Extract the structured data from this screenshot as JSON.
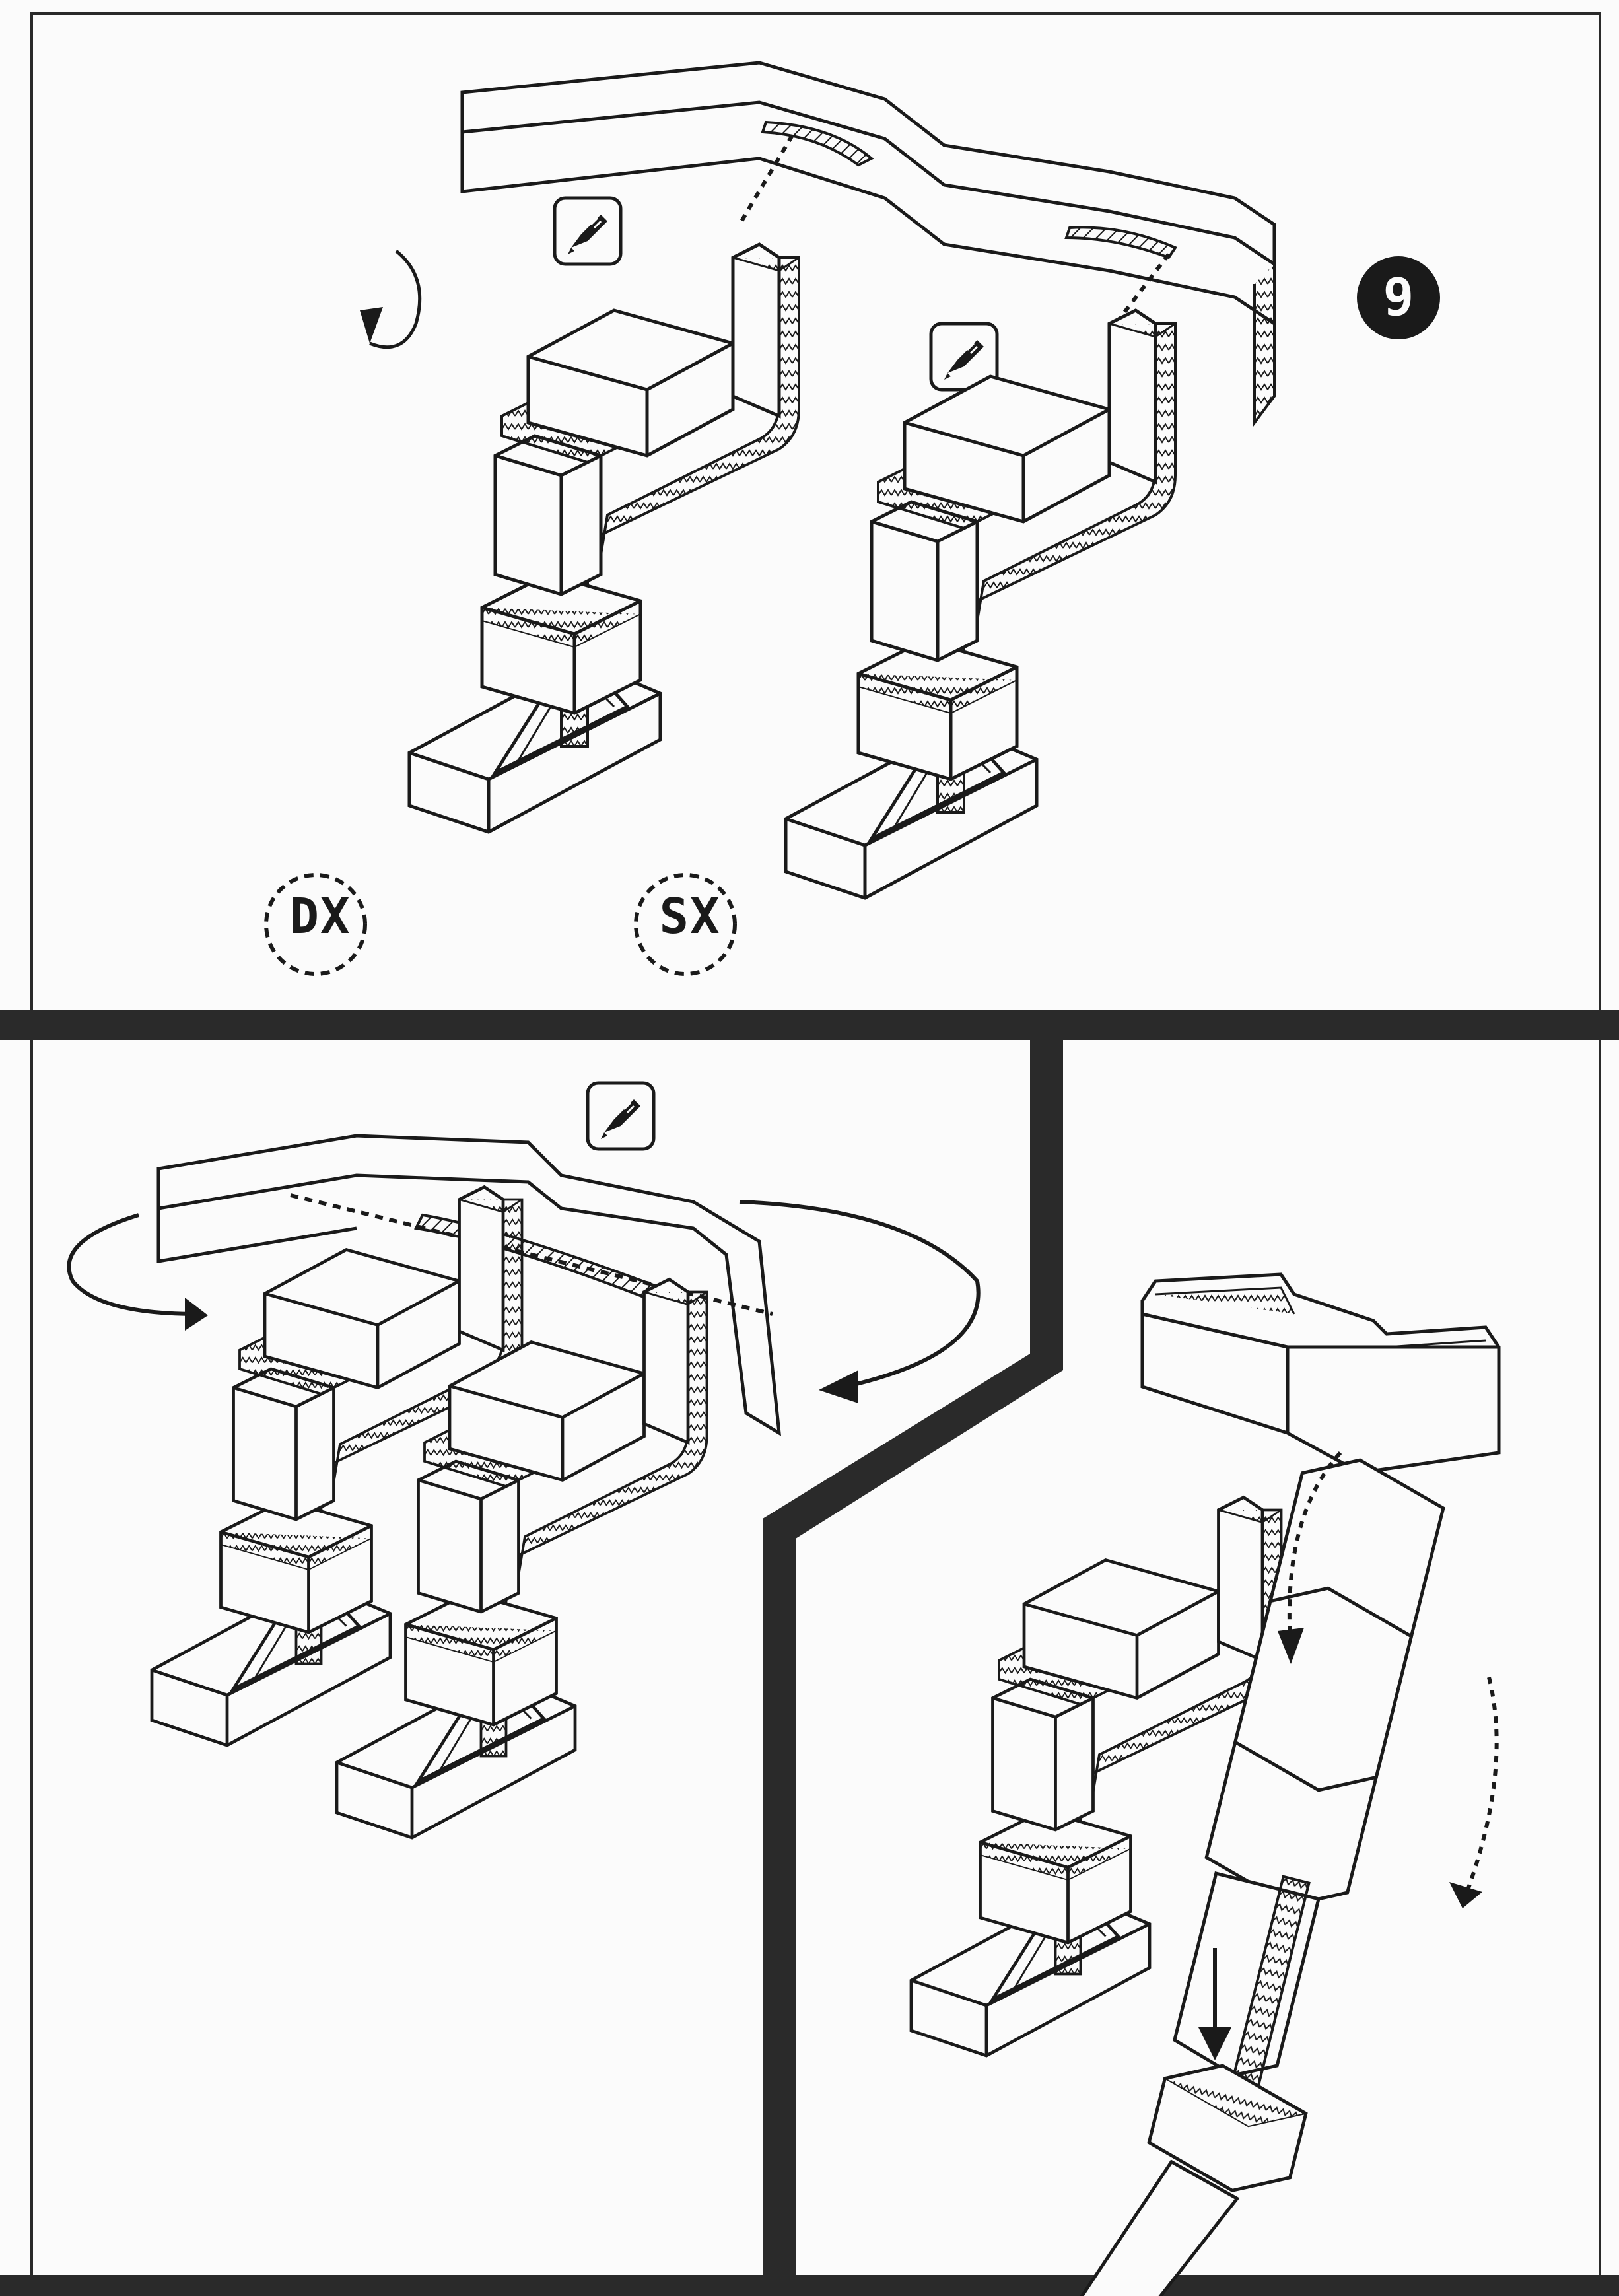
{
  "step": {
    "number": "9"
  },
  "panels": {
    "top": {
      "left_leg_label": "DX",
      "right_leg_label": "SX"
    }
  },
  "colors": {
    "ink": "#1a1a1a",
    "paper": "#fbfbfb",
    "panel_border": "#2a2a2a"
  },
  "icons": [
    "glue-icon",
    "rotate-arrow-icon",
    "curved-arrow-icon",
    "down-arrow-icon",
    "dotted-guide-line"
  ]
}
